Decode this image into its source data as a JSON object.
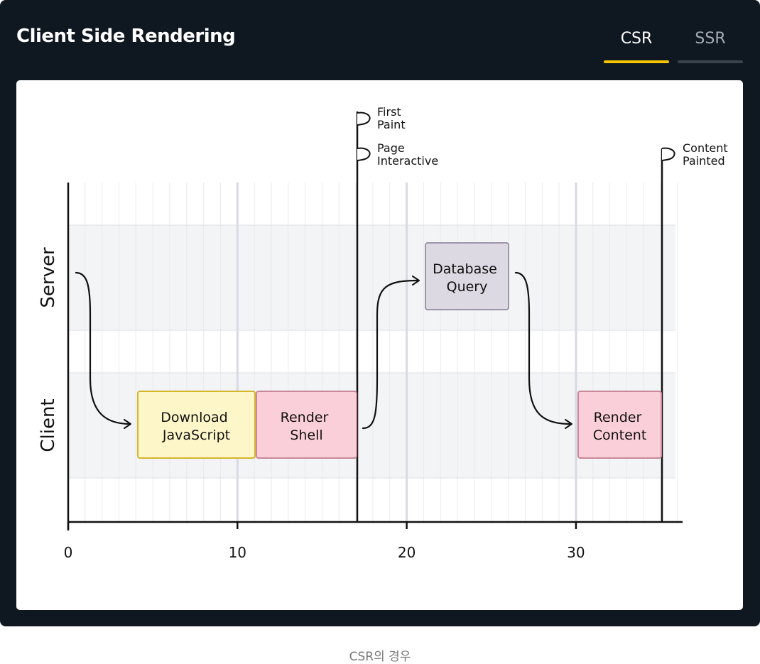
{
  "header": {
    "title": "Client Side Rendering",
    "tabs": [
      {
        "label": "CSR",
        "active": true
      },
      {
        "label": "SSR",
        "active": false
      }
    ],
    "accent_color": "#f5c400"
  },
  "diagram": {
    "lanes": [
      {
        "label": "Server"
      },
      {
        "label": "Client"
      }
    ],
    "axis_ticks": [
      "0",
      "10",
      "20",
      "30"
    ],
    "steps": [
      {
        "label_lines": [
          "Download",
          "JavaScript"
        ],
        "lane": "Client",
        "start": 4.2,
        "end": 11.1,
        "fill": "#fdf6c9",
        "stroke": "#d4b62f"
      },
      {
        "label_lines": [
          "Render",
          "Shell"
        ],
        "lane": "Client",
        "start": 11.2,
        "end": 17.1,
        "fill": "#fbcfd9",
        "stroke": "#c98898"
      },
      {
        "label_lines": [
          "Database",
          "Query"
        ],
        "lane": "Server",
        "start": 21.2,
        "end": 26.1,
        "fill": "#dcd9e2",
        "stroke": "#9d96aa"
      },
      {
        "label_lines": [
          "Render",
          "Content"
        ],
        "lane": "Client",
        "start": 30.1,
        "end": 35.0,
        "fill": "#fbcfd9",
        "stroke": "#c98898"
      }
    ],
    "milestones": [
      {
        "label_lines": [
          "First",
          "Paint"
        ],
        "time": 17.1
      },
      {
        "label_lines": [
          "Page",
          "Interactive"
        ],
        "time": 17.1
      },
      {
        "label_lines": [
          "Content",
          "Painted"
        ],
        "time": 35.0
      }
    ]
  },
  "caption": "CSR의 경우"
}
